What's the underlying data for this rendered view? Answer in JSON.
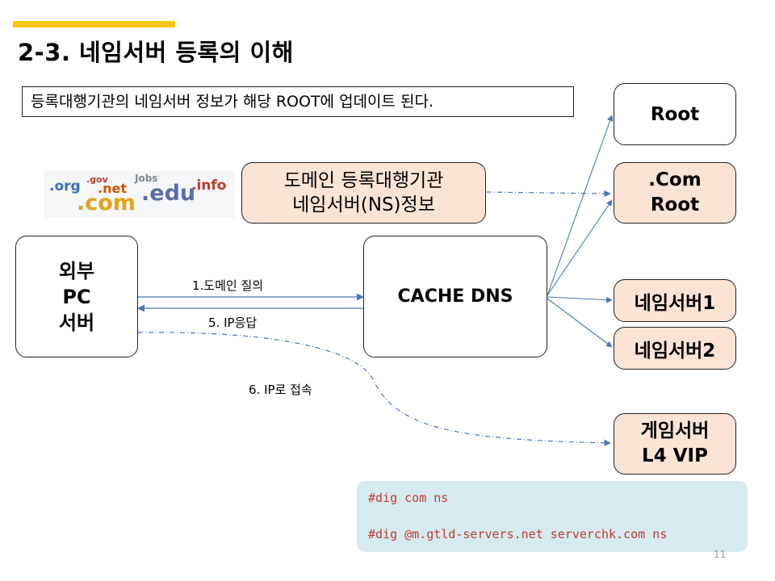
{
  "slide": {
    "title": "2-3. 네임서버 등록의 이해",
    "note": "등록대행기관의 네임서버 정보가 해당 ROOT에 업데이트 된다.",
    "page_number": "11"
  },
  "logo": {
    "words": [
      ".org",
      ".gov",
      ".net",
      "Jobs",
      ".edu",
      ".info",
      ".com"
    ]
  },
  "boxes": {
    "client": [
      "외부",
      "PC",
      "서버"
    ],
    "registrar_ns": [
      "도메인 등록대행기관",
      "네임서버(NS)정보"
    ],
    "cache_dns": "CACHE DNS",
    "root": "Root",
    "com_root": [
      ".Com",
      "Root"
    ],
    "ns1": "네임서버1",
    "ns2": "네임서버2",
    "game_vip": [
      "게임서버",
      "L4 VIP"
    ]
  },
  "edges": {
    "query": "1.도메인 질의",
    "reply": "5. IP응답",
    "connect": "6. IP로 접속"
  },
  "commands": [
    "#dig  com  ns",
    "#dig @m.gtld-servers.net  serverchk.com  ns"
  ],
  "colors": {
    "accent": "#f7c513",
    "box_fill": "#fce4d4",
    "arrow": "#4a78b5",
    "command_panel": "#d6ebf0",
    "command_text": "#c23b32"
  }
}
